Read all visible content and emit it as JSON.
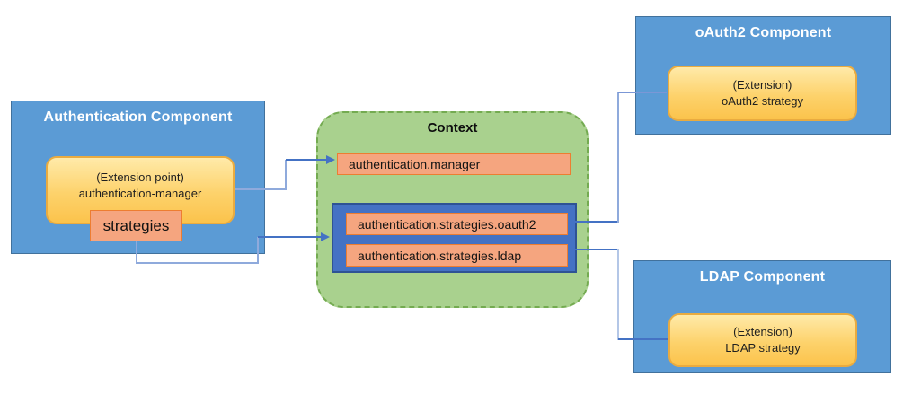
{
  "diagram": {
    "auth_component": {
      "title": "Authentication Component",
      "extension_point": {
        "line1": "(Extension point)",
        "line2": "authentication-manager"
      },
      "strategies_label": "strategies"
    },
    "context": {
      "title": "Context",
      "manager_binding": "authentication.manager",
      "strategy_bindings": [
        "authentication.strategies.oauth2",
        "authentication.strategies.ldap"
      ]
    },
    "oauth2_component": {
      "title": "oAuth2 Component",
      "extension": {
        "line1": "(Extension)",
        "line2": "oAuth2 strategy"
      }
    },
    "ldap_component": {
      "title": "LDAP Component",
      "extension": {
        "line1": "(Extension)",
        "line2": "LDAP strategy"
      }
    },
    "colors": {
      "component_fill": "#5b9bd5",
      "component_border": "#41719c",
      "extension_fill": "#fdd26b",
      "extension_border": "#e9ab40",
      "binding_fill": "#f5a57f",
      "binding_border": "#ed7d31",
      "context_fill": "#a9d18e",
      "context_border": "#74ab51",
      "strategies_group_fill": "#4472c4",
      "strategies_group_border": "#2e5395",
      "connector_light": "#8faadc",
      "connector_pale": "#b4c7e7",
      "connector_dark": "#4472c4"
    }
  }
}
